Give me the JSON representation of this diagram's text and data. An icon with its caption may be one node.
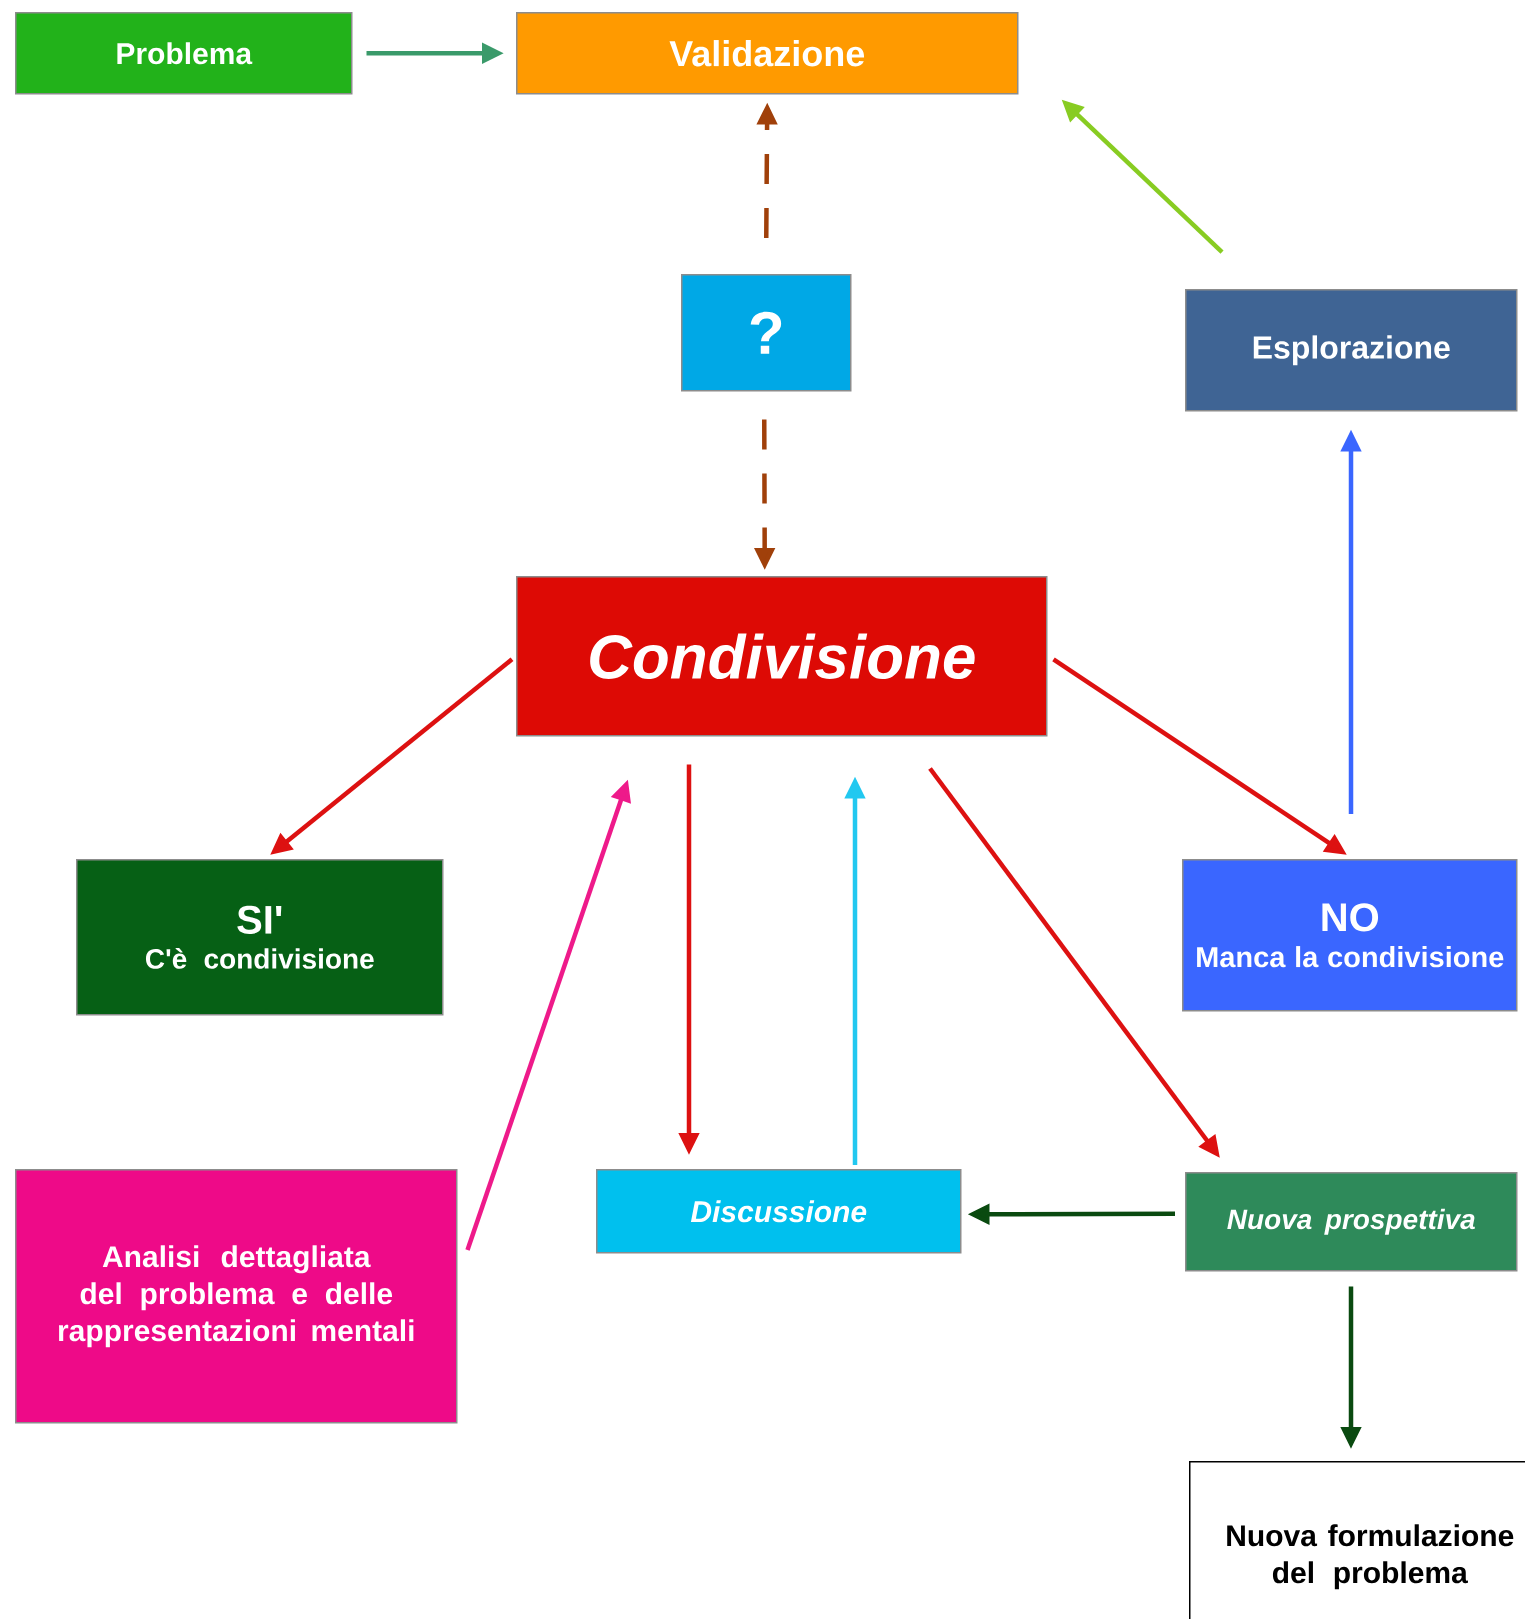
{
  "diagram": {
    "nodes": [
      {
        "text": [
          "Problema"
        ]
      },
      {
        "text": [
          "Validazione"
        ]
      },
      {
        "text": [
          "?"
        ]
      },
      {
        "text": [
          "Esplorazione"
        ]
      },
      {
        "text": [
          "Condivisione"
        ]
      },
      {
        "text": [
          "SI'",
          "C'è condivisione"
        ]
      },
      {
        "text": [
          "NO",
          "Manca la condivisione"
        ]
      },
      {
        "text": [
          "Analisi dettagliata del problema e delle rappresentazioni mentali"
        ]
      },
      {
        "text": [
          "Discussione"
        ]
      },
      {
        "text": [
          "Nuova prospettiva"
        ]
      },
      {
        "text": [
          "Nuova formulazione del problema"
        ]
      }
    ],
    "edges": [
      {
        "from": 0,
        "to": 1,
        "arrow": "to",
        "color": "#3a9a6a"
      },
      {
        "from": 2,
        "to": 1,
        "arrow": "to",
        "style": "dashed",
        "color": "#a0400a"
      },
      {
        "from": 2,
        "to": 4,
        "arrow": "to",
        "style": "dashed",
        "color": "#a0400a"
      },
      {
        "from": 3,
        "to": 1,
        "arrow": "to",
        "color": "#88cc22"
      },
      {
        "from": 4,
        "to": 5,
        "arrow": "to"
      },
      {
        "from": 4,
        "to": 6,
        "arrow": "to"
      },
      {
        "from": 6,
        "to": 3,
        "arrow": "to",
        "color": "#3a66ff"
      },
      {
        "from": 4,
        "to": 8,
        "arrow": "to"
      },
      {
        "from": 8,
        "to": 4,
        "arrow": "to",
        "color": "#22c8f0"
      },
      {
        "from": 4,
        "to": 9,
        "arrow": "to"
      },
      {
        "from": 7,
        "to": 4,
        "arrow": "to",
        "color": "#ee1a8a"
      },
      {
        "from": 9,
        "to": 8,
        "arrow": "to",
        "color": "#0a4a10"
      },
      {
        "from": 9,
        "to": 10,
        "arrow": "to",
        "color": "#0a4a10"
      }
    ]
  }
}
